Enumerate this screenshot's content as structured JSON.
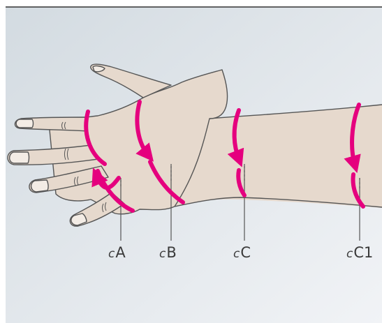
{
  "figure": {
    "subject": "hand-and-forearm",
    "colors": {
      "background_top": "#d5dce2",
      "background_bottom": "#eef1f4",
      "skin": "#e6d9cd",
      "outline": "#555555",
      "marker": "#e5007e",
      "leader_line": "#555555"
    },
    "measurements": [
      {
        "id": "cA",
        "prefix": "c",
        "label": "A"
      },
      {
        "id": "cB",
        "prefix": "c",
        "label": "B"
      },
      {
        "id": "cC",
        "prefix": "c",
        "label": "C"
      },
      {
        "id": "cC1",
        "prefix": "c",
        "label": "C1"
      }
    ]
  }
}
